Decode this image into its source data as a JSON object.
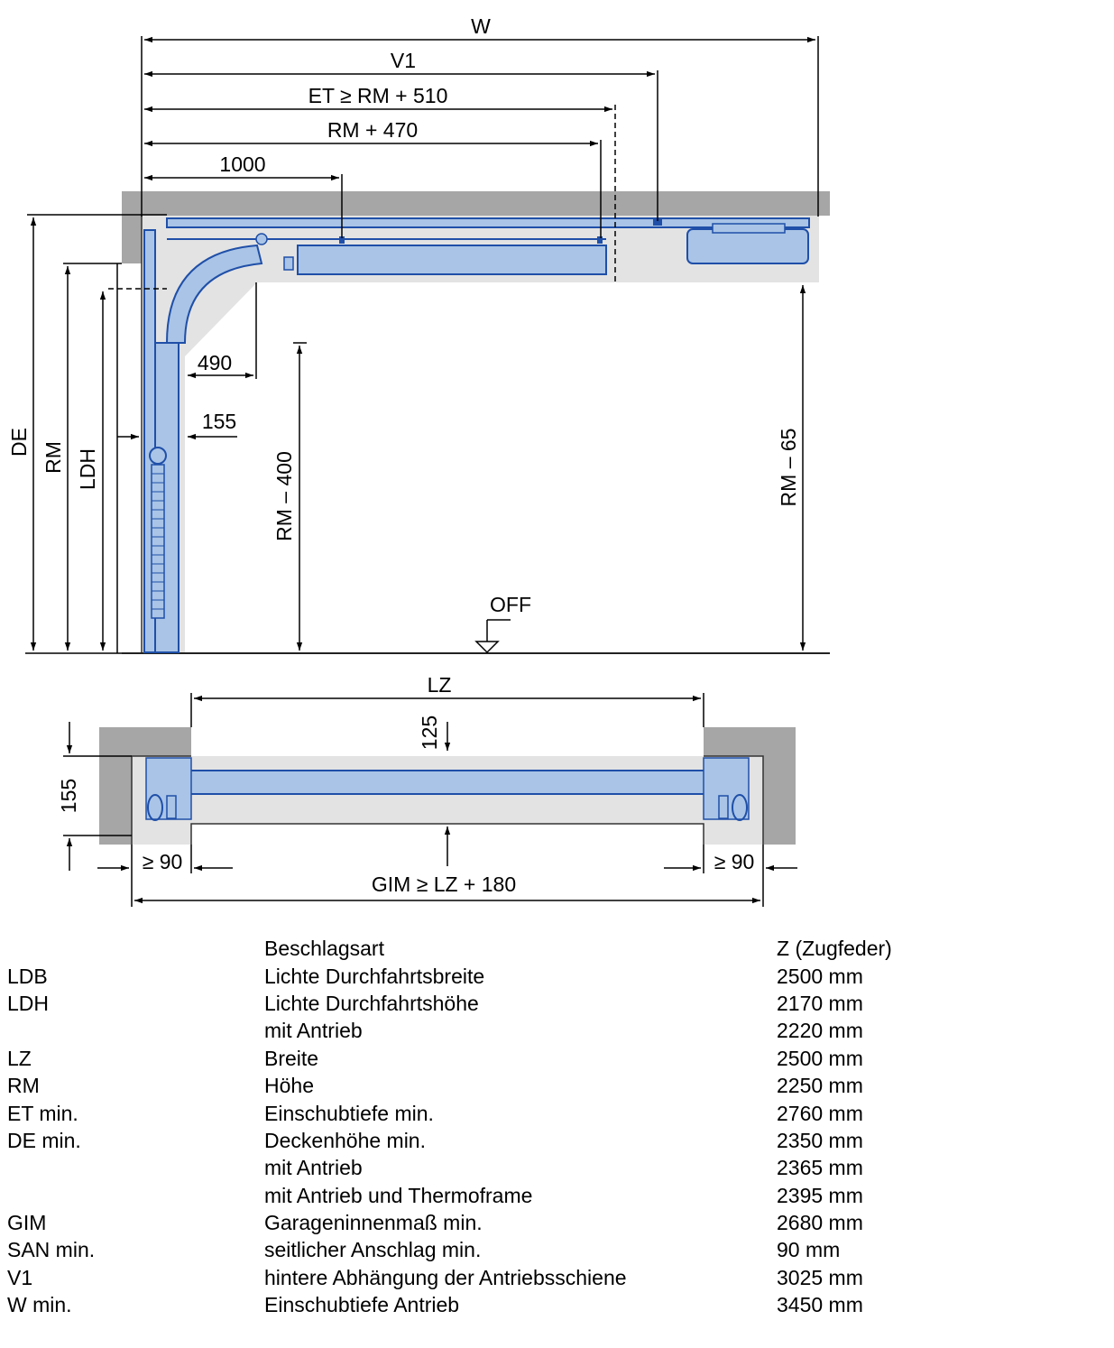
{
  "diagram": {
    "labels": {
      "w": "W",
      "v1": "V1",
      "et": "ET ≥ RM + 510",
      "rm470": "RM + 470",
      "d1000": "1000",
      "de": "DE",
      "rm": "RM",
      "ldh": "LDH",
      "d490": "490",
      "d155_side": "155",
      "rm400": "RM – 400",
      "rm65": "RM – 65",
      "off": "OFF",
      "lz": "LZ",
      "d125": "125",
      "d155_plan": "155",
      "san_left": "≥ 90",
      "san_right": "≥ 90",
      "gim": "GIM ≥ LZ + 180"
    },
    "colors": {
      "track_blue": "#1f4fa8",
      "light_blue": "#a9c4e6",
      "wall_gray": "#a6a6a6",
      "ceiling_gray": "#e3e3e3"
    }
  },
  "table": {
    "header": {
      "code": "",
      "name": "Beschlagsart",
      "value": "Z (Zugfeder)"
    },
    "rows": [
      {
        "code": "LDB",
        "name": "Lichte Durchfahrtsbreite",
        "value": "2500 mm"
      },
      {
        "code": "LDH",
        "name": "Lichte Durchfahrtshöhe",
        "value": "2170 mm"
      },
      {
        "code": "",
        "name": "mit Antrieb",
        "value": "2220 mm"
      },
      {
        "code": "LZ",
        "name": "Breite",
        "value": "2500 mm"
      },
      {
        "code": "RM",
        "name": "Höhe",
        "value": "2250 mm"
      },
      {
        "code": "ET min.",
        "name": "Einschubtiefe min.",
        "value": "2760 mm"
      },
      {
        "code": "DE min.",
        "name": "Deckenhöhe min.",
        "value": "2350 mm"
      },
      {
        "code": "",
        "name": "mit Antrieb",
        "value": "2365 mm"
      },
      {
        "code": "",
        "name": "mit Antrieb und Thermoframe",
        "value": "2395 mm"
      },
      {
        "code": "GIM",
        "name": "Garageninnenmaß min.",
        "value": "2680 mm"
      },
      {
        "code": "SAN min.",
        "name": "seitlicher Anschlag min.",
        "value": "90 mm"
      },
      {
        "code": "V1",
        "name": "hintere Abhängung der Antriebsschiene",
        "value": "3025 mm"
      },
      {
        "code": "W min.",
        "name": "Einschubtiefe Antrieb",
        "value": "3450 mm"
      }
    ]
  }
}
